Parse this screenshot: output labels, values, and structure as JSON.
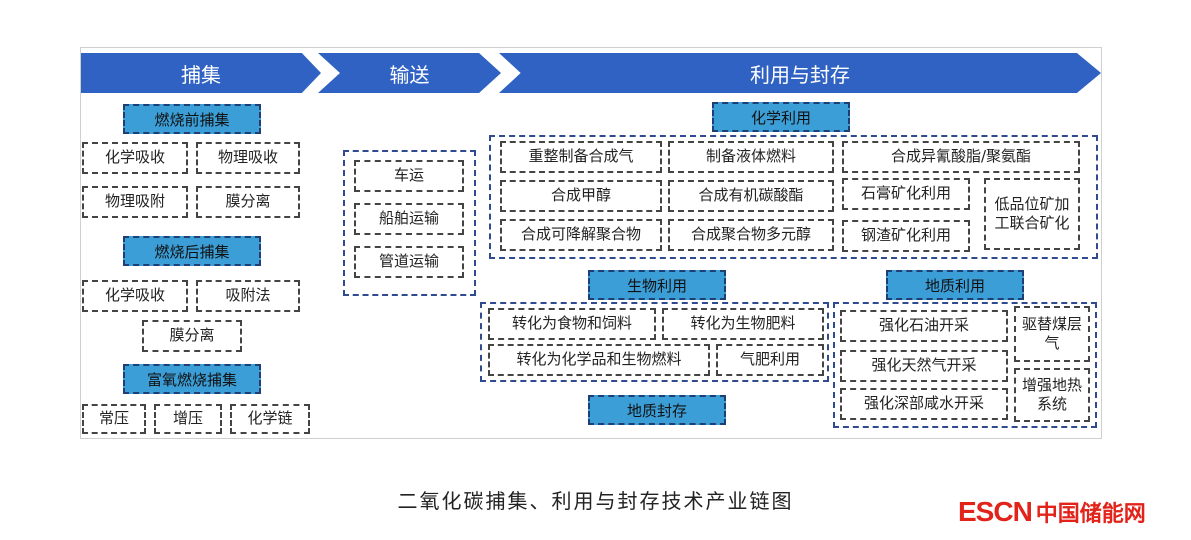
{
  "stages": [
    "捕集",
    "输送",
    "利用与封存"
  ],
  "capture": {
    "pre": {
      "title": "燃烧前捕集",
      "items": [
        "化学吸收",
        "物理吸收",
        "物理吸附",
        "膜分离"
      ]
    },
    "post": {
      "title": "燃烧后捕集",
      "items": [
        "化学吸收",
        "吸附法",
        "膜分离"
      ]
    },
    "oxy": {
      "title": "富氧燃烧捕集",
      "items": [
        "常压",
        "增压",
        "化学链"
      ]
    }
  },
  "transport": {
    "items": [
      "车运",
      "船舶运输",
      "管道运输"
    ]
  },
  "chemical": {
    "title": "化学利用",
    "items": [
      "重整制备合成气",
      "制备液体燃料",
      "合成异氰酸脂/聚氨酯",
      "合成甲醇",
      "合成有机碳酸酯",
      "石膏矿化利用",
      "低品位矿加工联合矿化",
      "合成可降解聚合物",
      "合成聚合物多元醇",
      "钢渣矿化利用"
    ]
  },
  "bio": {
    "title": "生物利用",
    "items": [
      "转化为食物和饲料",
      "转化为生物肥料",
      "转化为化学品和生物燃料",
      "气肥利用"
    ]
  },
  "geo": {
    "title": "地质利用",
    "items": [
      "强化石油开采",
      "驱替煤层气",
      "强化天然气开采",
      "强化深部咸水开采",
      "增强地热系统"
    ]
  },
  "storage": {
    "title": "地质封存"
  },
  "caption": "二氧化碳捕集、利用与封存技术产业链图",
  "logo": {
    "en": "ESCN",
    "cn": "中国储能网"
  }
}
